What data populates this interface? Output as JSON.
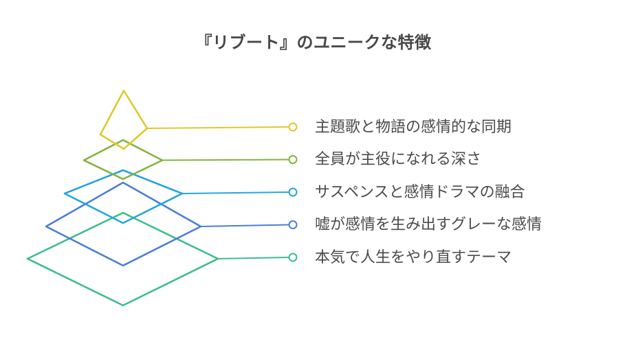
{
  "title": "『リブート』のユニークな特徴",
  "diagram": {
    "type": "layered-diamond-feature-list",
    "text_color": "#4a4a4a",
    "items": [
      {
        "rank": 1,
        "label": "主題歌と物語の感情的な同期",
        "color": "#dfc92a"
      },
      {
        "rank": 2,
        "label": "全員が主役になれる深さ",
        "color": "#83b43c"
      },
      {
        "rank": 3,
        "label": "サスペンスと感情ドラマの融合",
        "color": "#25a5dd"
      },
      {
        "rank": 4,
        "label": "嘘が感情を生み出すグレーな感情",
        "color": "#4b7ed8"
      },
      {
        "rank": 5,
        "label": "本気で人生をやり直すテーマ",
        "color": "#3bbe8a"
      }
    ]
  }
}
